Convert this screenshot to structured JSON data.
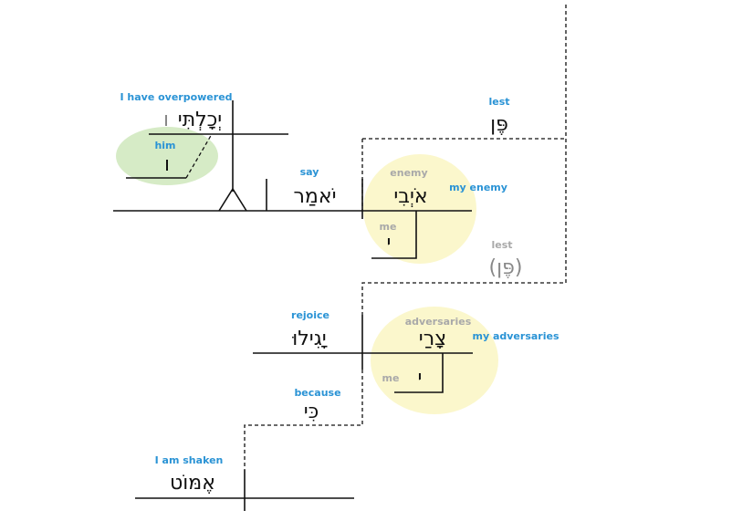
{
  "colors": {
    "gloss": "#2a93d5",
    "gloss_grey": "#a9a9a9",
    "highlight_green": "#d6ebc6",
    "highlight_yellow": "#fbf7cc",
    "text_grey": "#888888"
  },
  "words": {
    "yakholti": {
      "gloss": "I have overpowered",
      "hebrew": "יְכָלְתִּי",
      "suffix": "ו"
    },
    "him": {
      "gloss": "him",
      "hebrew": "ו"
    },
    "yomar": {
      "gloss": "say",
      "hebrew": "יֹאמַר"
    },
    "oyvi": {
      "gloss_grey": "enemy",
      "gloss": "my enemy",
      "hebrew": "אֹיְבִי"
    },
    "me1": {
      "gloss_grey": "me",
      "hebrew": "י"
    },
    "pen": {
      "gloss": "lest",
      "hebrew": "פֶּן"
    },
    "pen2": {
      "gloss_grey": "lest",
      "hebrew": "(פֶּן)"
    },
    "yagilu": {
      "gloss": "rejoice",
      "hebrew": "יָגִילוּ"
    },
    "tsaray": {
      "gloss_grey": "adversaries",
      "gloss": "my adversaries",
      "hebrew": "צָרַי"
    },
    "me2": {
      "gloss_grey": "me",
      "hebrew": "י"
    },
    "ki": {
      "gloss": "because",
      "hebrew": "כִּי"
    },
    "emot": {
      "gloss": "I am shaken",
      "hebrew": "אֶמּוֹט"
    }
  }
}
